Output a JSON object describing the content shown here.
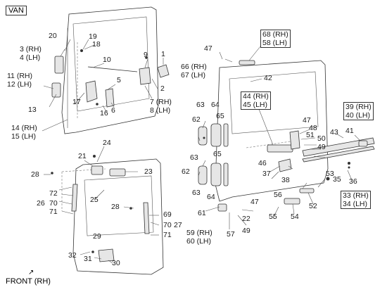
{
  "title": "VAN",
  "footer": "FRONT (RH)",
  "labels": {
    "l1": "1",
    "l2": "2",
    "l3": "3 (RH)\n4 (LH)",
    "l5": "5",
    "l6": "6",
    "l7": "7 (RH)\n8 (LH)",
    "l9": "9",
    "l10": "10",
    "l11": "11 (RH)\n12 (LH)",
    "l13": "13",
    "l14": "14 (RH)\n15 (LH)",
    "l16": "16",
    "l17": "17",
    "l18": "18",
    "l19": "19",
    "l20": "20",
    "l21": "21",
    "l22": "22",
    "l23": "23",
    "l24": "24",
    "l25": "25",
    "l26": "26",
    "l27": "27",
    "l28a": "28",
    "l28b": "28",
    "l29": "29",
    "l30": "30",
    "l31": "31",
    "l32": "32",
    "l33": "33 (RH)\n34 (LH)",
    "l35": "35",
    "l36": "36",
    "l37": "37",
    "l38": "38",
    "l39": "39 (RH)\n40 (LH)",
    "l41": "41",
    "l42": "42",
    "l43": "43",
    "l44": "44 (RH)\n45 (LH)",
    "l46": "46",
    "l47a": "47",
    "l47b": "47",
    "l47c": "47",
    "l48": "48",
    "l49a": "49",
    "l49b": "49",
    "l50": "50",
    "l51": "51",
    "l52": "52",
    "l53": "53",
    "l54": "54",
    "l55": "55",
    "l56": "56",
    "l57": "57",
    "l59": "59 (RH)\n60 (LH)",
    "l61": "61",
    "l62a": "62",
    "l62b": "62",
    "l63a": "63",
    "l63b": "63",
    "l63c": "63",
    "l64a": "64",
    "l64b": "64",
    "l65a": "65",
    "l65b": "65",
    "l66": "66 (RH)\n67 (LH)",
    "l68": "68 (RH)\n58 (LH)",
    "l69": "69",
    "l70a": "70",
    "l70b": "70",
    "l71a": "71",
    "l71b": "71",
    "l72": "72"
  }
}
